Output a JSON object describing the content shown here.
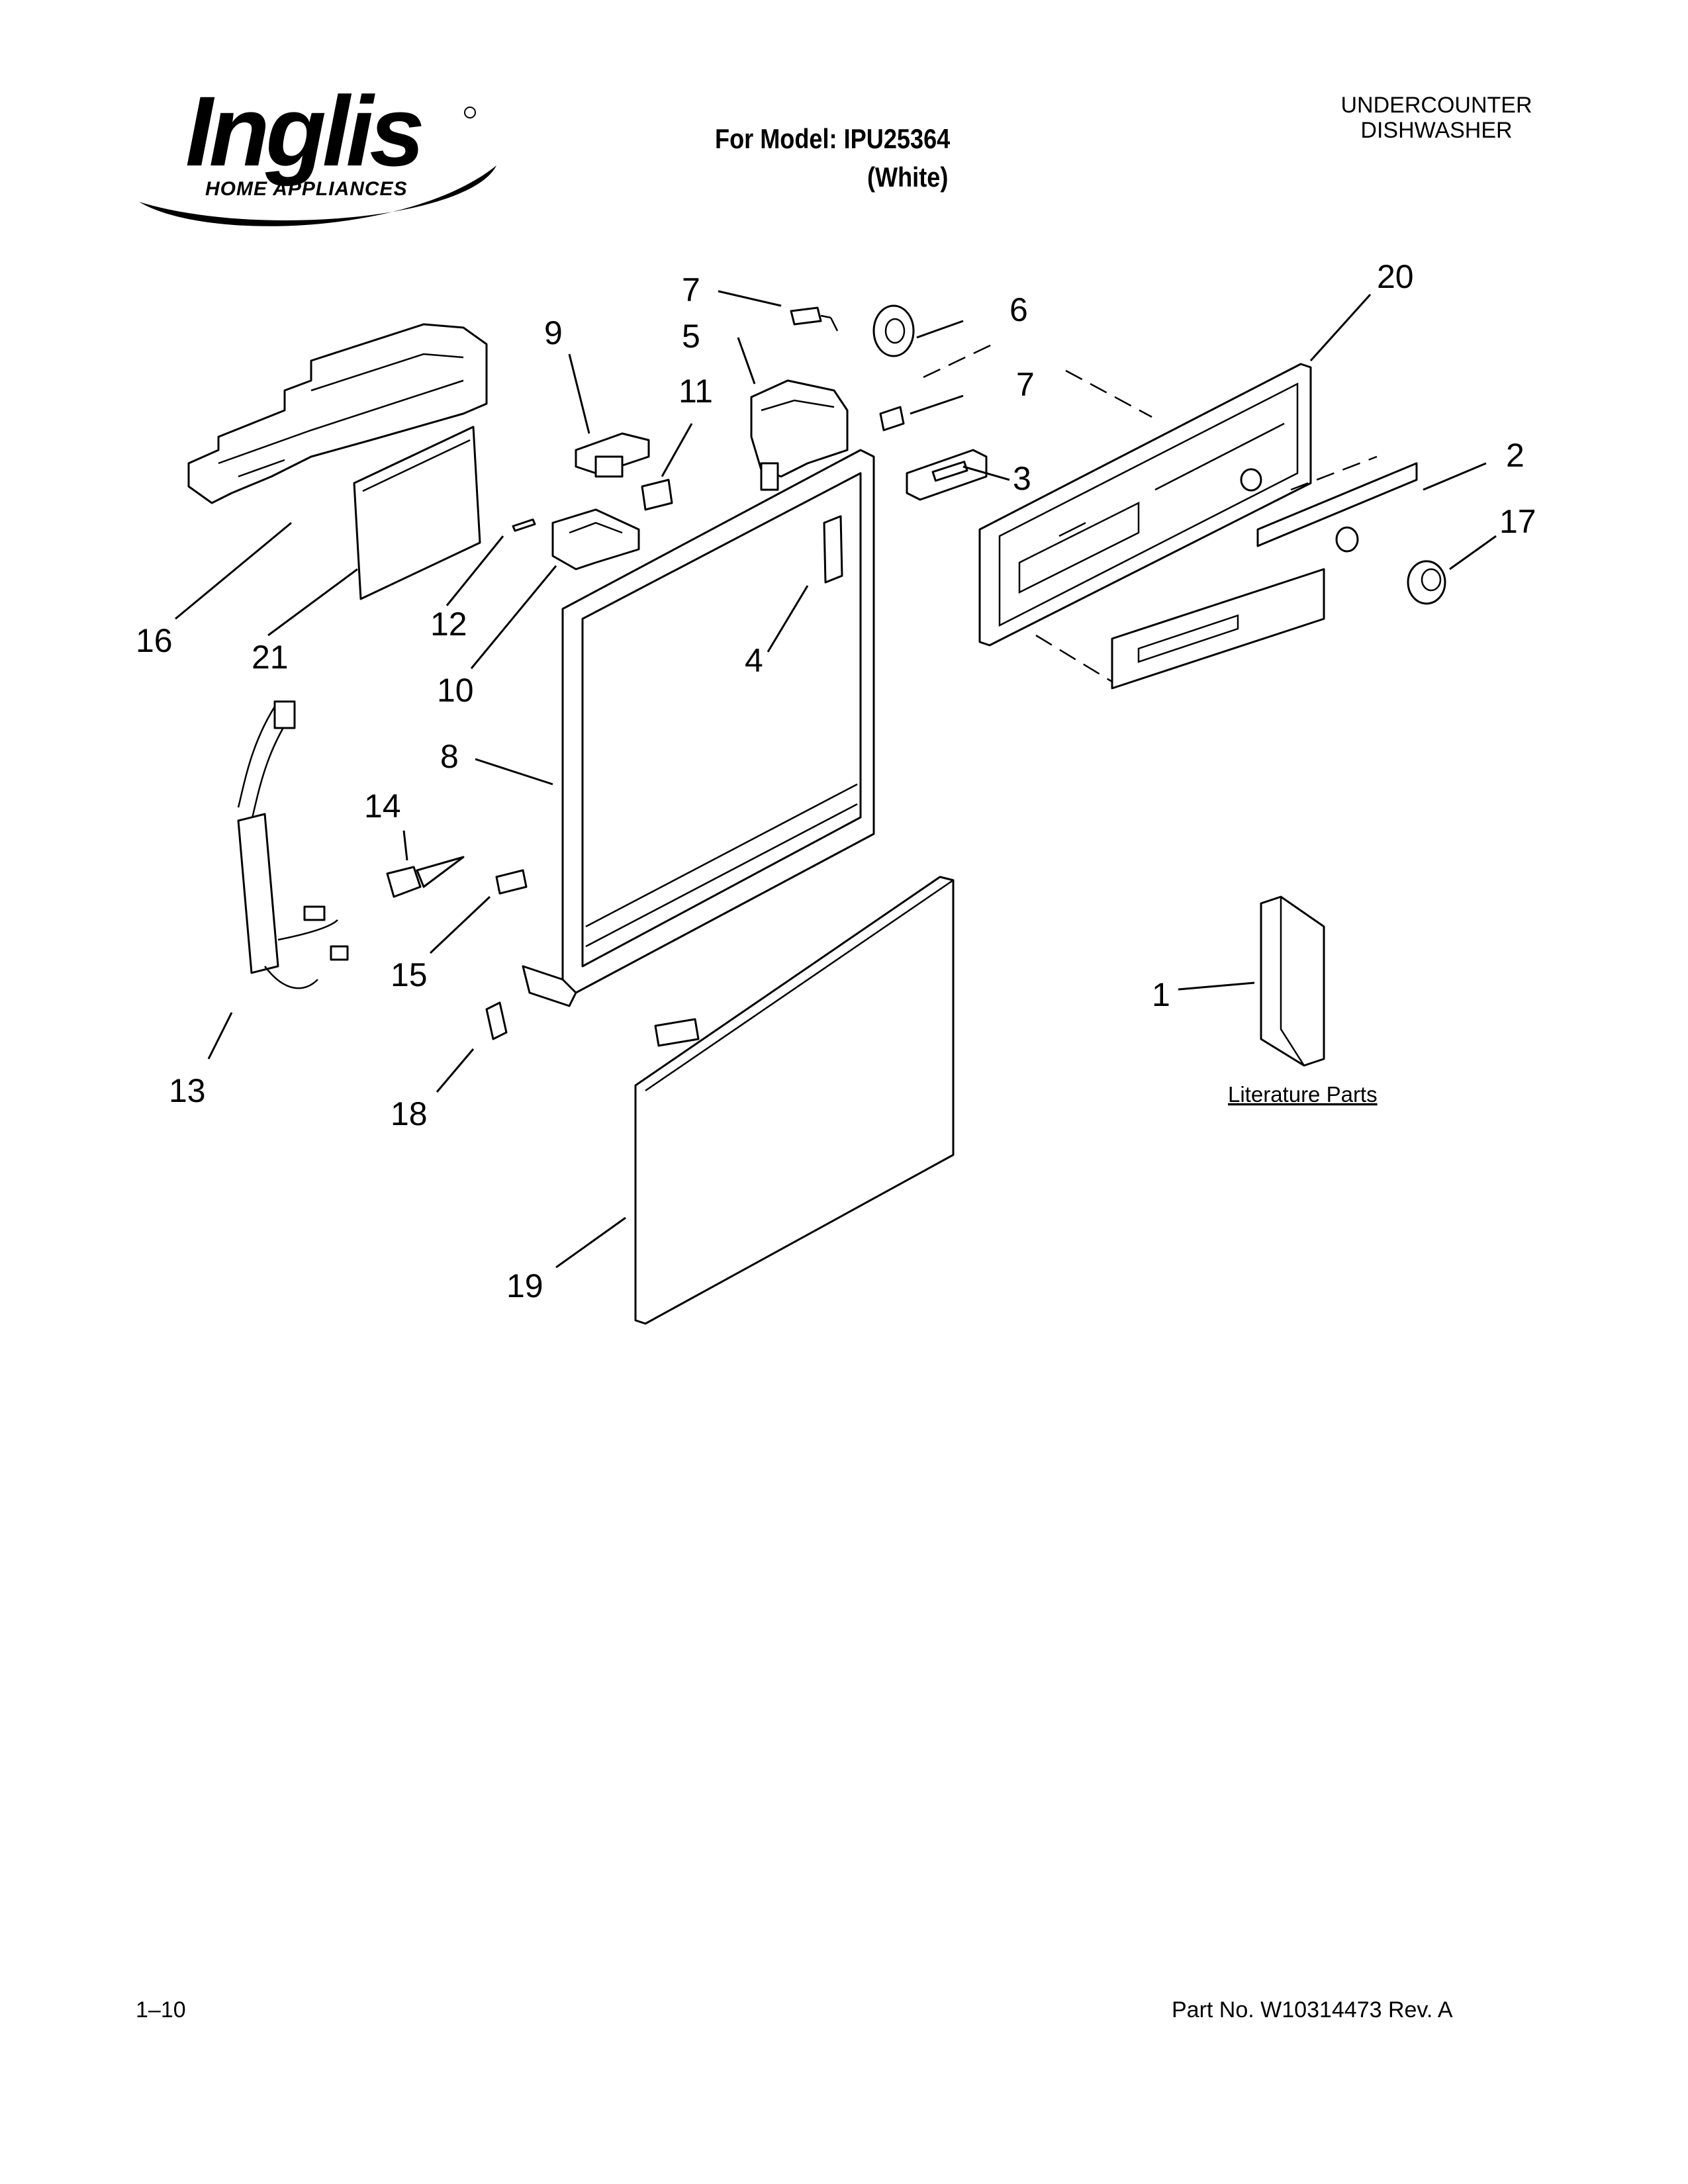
{
  "header": {
    "brand": "Inglis",
    "brand_sub": "HOME APPLIANCES",
    "model_line": "For Model: IPU25364",
    "color_line": "(White)",
    "product_type_line1": "UNDERCOUNTER",
    "product_type_line2": "DISHWASHER"
  },
  "callouts": {
    "c1": "1",
    "c2": "2",
    "c3": "3",
    "c4": "4",
    "c5": "5",
    "c6": "6",
    "c7a": "7",
    "c7b": "7",
    "c8": "8",
    "c9": "9",
    "c10": "10",
    "c11": "11",
    "c12": "12",
    "c13": "13",
    "c14": "14",
    "c15": "15",
    "c16": "16",
    "c17": "17",
    "c18": "18",
    "c19": "19",
    "c20": "20",
    "c21": "21"
  },
  "literature_label": "Literature Parts",
  "footer": {
    "page_number": "1–10",
    "part_number": "Part No. W10314473 Rev. A"
  }
}
